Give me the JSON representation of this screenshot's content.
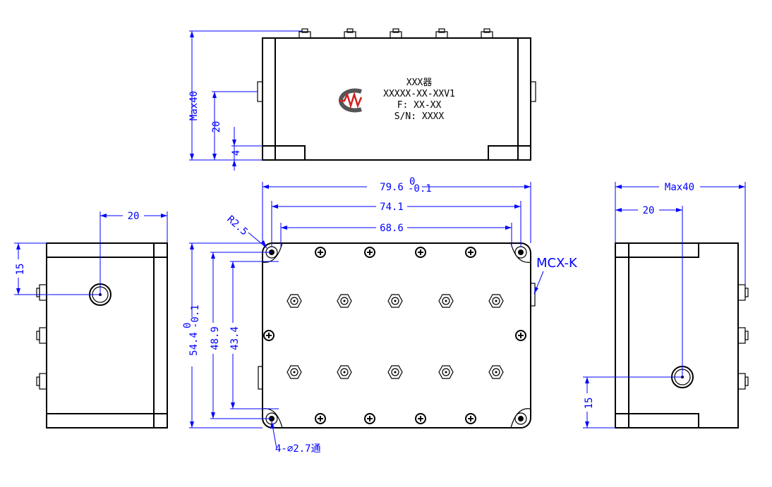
{
  "label": {
    "line1": "XXX器",
    "line2": "XXXXX-XX-XXV1",
    "line3": "F: XX-XX",
    "line4": "S/N: XXXX"
  },
  "dimensions": {
    "top_height": "Max40",
    "top_20": "20",
    "top_4": "4",
    "width_total": "79.6",
    "width_total_tol_upper": "0",
    "width_total_tol_lower": "-0.1",
    "width_mid": "74.1",
    "width_holes": "68.6",
    "corner_radius": "R2.5",
    "height_total": "54.4",
    "height_total_tol_upper": "0",
    "height_total_tol_lower": "-0.1",
    "height_mid": "48.9",
    "height_holes": "43.4",
    "holes": "4-⌀2.7通",
    "left_20": "20",
    "left_15": "15",
    "right_max": "Max40",
    "right_20": "20",
    "right_15": "15"
  },
  "connector": "MCX-K",
  "colors": {
    "dimension": "#0000ff",
    "outline": "#000000",
    "logo_red": "#d42020",
    "logo_gray": "#555555"
  }
}
